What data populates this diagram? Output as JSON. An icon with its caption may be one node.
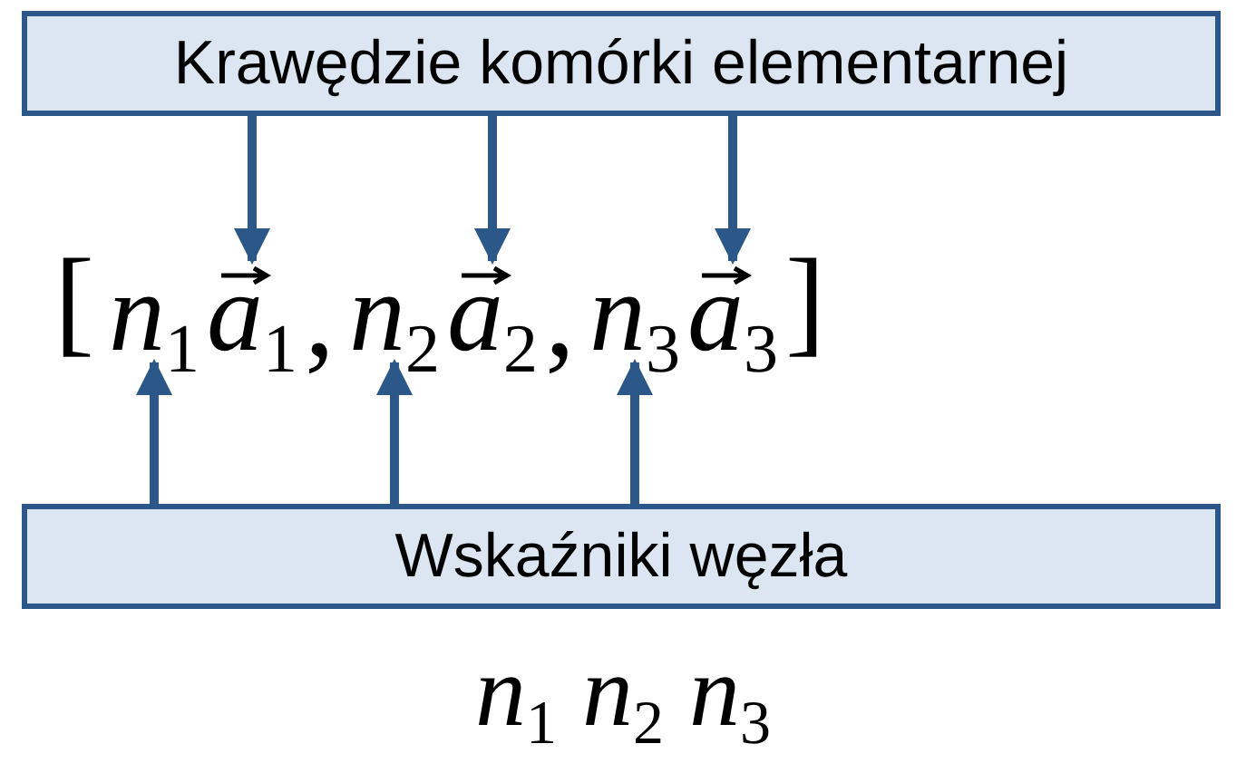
{
  "diagram": {
    "nodes": [
      {
        "text": [
          "Krawędzie komórki elementarnej"
        ]
      },
      {
        "text": [
          "n$_{1}$"
        ]
      },
      {
        "text": [
          "a$_{1}$"
        ]
      },
      {
        "text": [
          "n$_{2}$"
        ]
      },
      {
        "text": [
          "a$_{2}$"
        ]
      },
      {
        "text": [
          "n$_{3}$"
        ]
      },
      {
        "text": [
          "a$_{3}$"
        ]
      },
      {
        "text": [
          "Wskaźniki węzła"
        ]
      }
    ],
    "edges": [
      {
        "from": 0,
        "to": 2,
        "arrow": "to"
      },
      {
        "from": 0,
        "to": 4,
        "arrow": "to"
      },
      {
        "from": 0,
        "to": 6,
        "arrow": "to"
      },
      {
        "from": 7,
        "to": 1,
        "arrow": "to"
      },
      {
        "from": 7,
        "to": 3,
        "arrow": "to"
      },
      {
        "from": 7,
        "to": 5,
        "arrow": "to"
      }
    ],
    "labels": [
      "[",
      ",",
      ",",
      "]",
      "n$_{1}$ n$_{2}$ n$_{3}$"
    ]
  }
}
